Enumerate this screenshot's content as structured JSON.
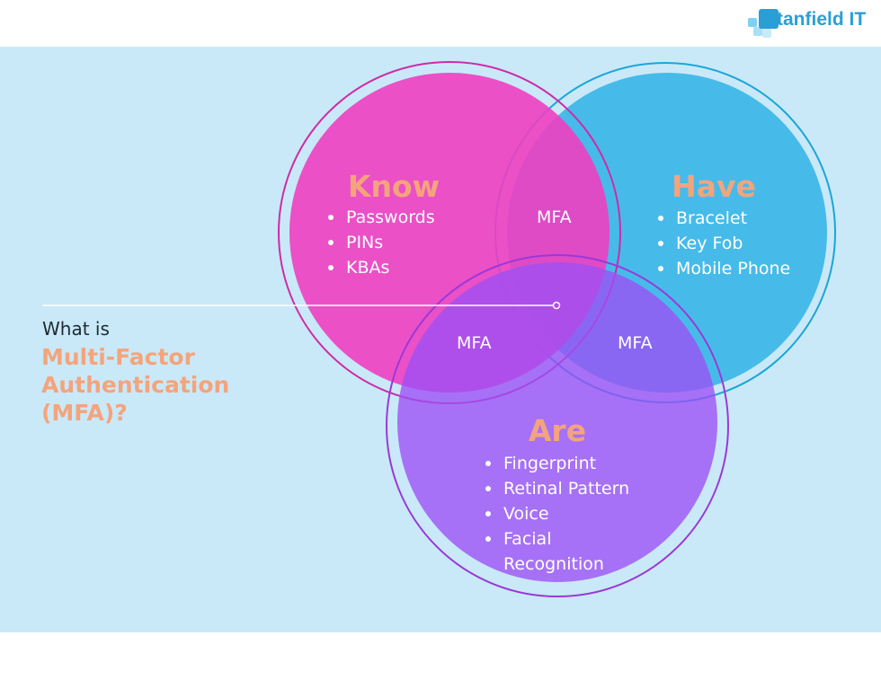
{
  "brand": {
    "name": "Stanfield IT",
    "color": "#2a9fd6"
  },
  "question": {
    "prefix": "What is",
    "title": "Multi-Factor Authentication (MFA)?"
  },
  "circles": [
    {
      "id": "know",
      "heading": "Know",
      "fill": "#ee3fc1",
      "items": [
        "Passwords",
        "PINs",
        "KBAs"
      ]
    },
    {
      "id": "have",
      "heading": "Have",
      "fill": "#3bb6e8",
      "items": [
        "Bracelet",
        "Key Fob",
        "Mobile Phone"
      ]
    },
    {
      "id": "are",
      "heading": "Are",
      "fill": "#9c4ff5",
      "items": [
        "Fingerprint",
        "Retinal Pattern",
        "Voice",
        "Facial Recognition"
      ]
    }
  ],
  "overlaps": {
    "know_have": "MFA",
    "know_are": "MFA",
    "have_are": "MFA"
  },
  "colors": {
    "background_panel": "#c9e9f8",
    "heading": "#f4a47c",
    "text": "#ffffff"
  }
}
